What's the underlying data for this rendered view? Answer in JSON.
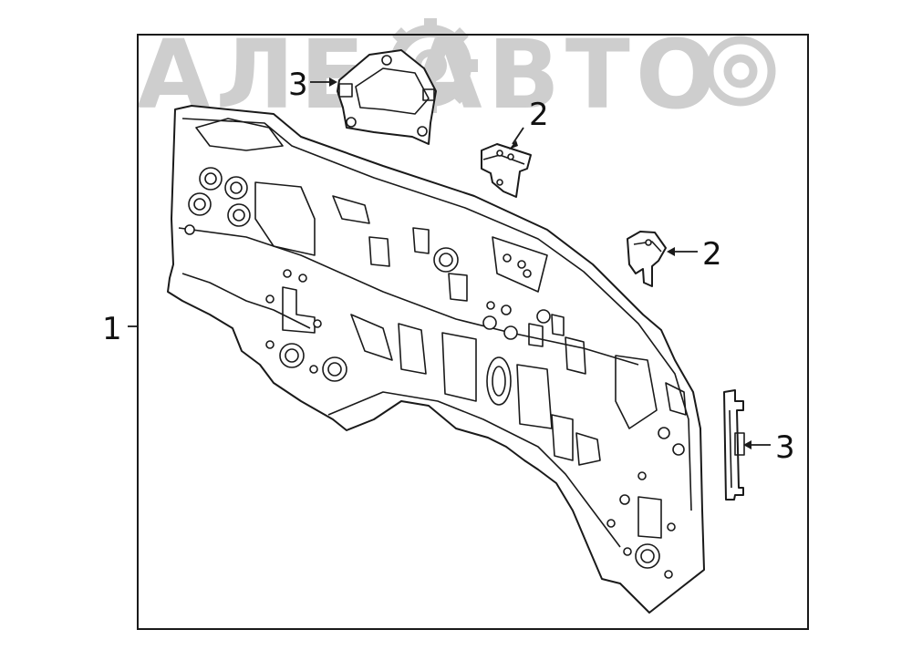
{
  "watermark": {
    "text": "АЛЕ АВТО",
    "color": "#c9c9c9"
  },
  "callouts": [
    {
      "id": "c1",
      "label": "1"
    },
    {
      "id": "c2a",
      "label": "2"
    },
    {
      "id": "c2b",
      "label": "2"
    },
    {
      "id": "c3a",
      "label": "3"
    },
    {
      "id": "c3b",
      "label": "3"
    }
  ],
  "colors": {
    "line": "#1a1a1a",
    "background": "#ffffff",
    "watermark": "#c9c9c9"
  }
}
